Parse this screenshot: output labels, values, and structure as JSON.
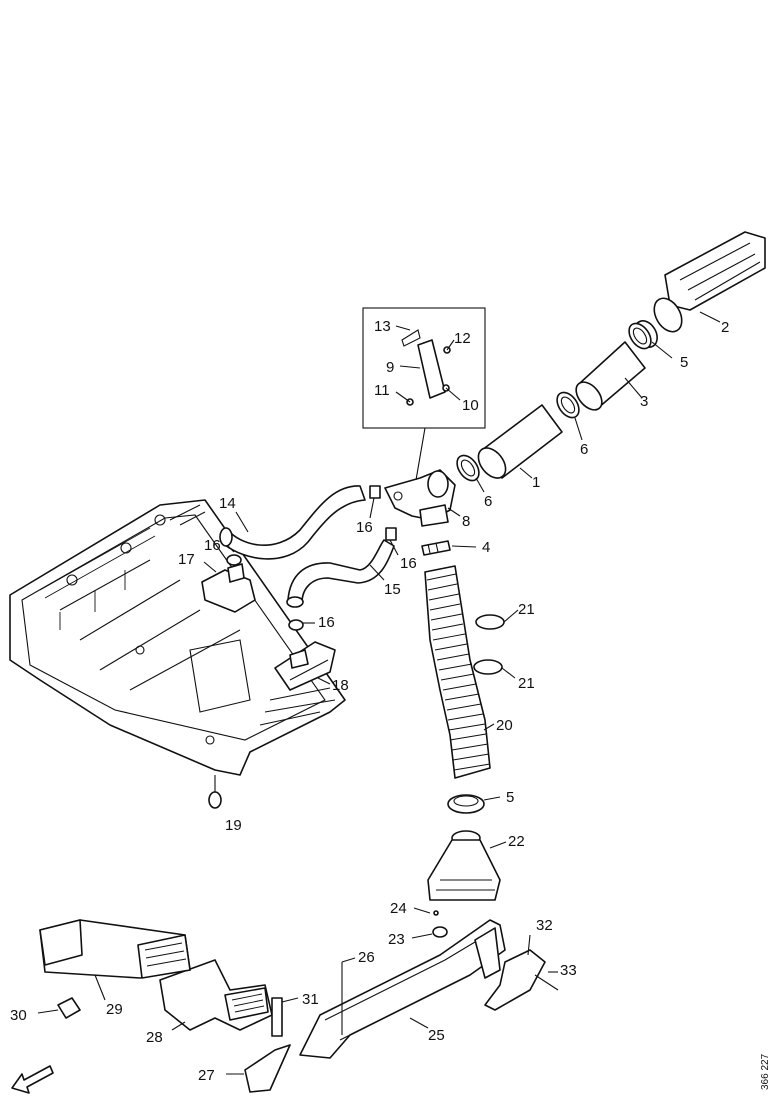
{
  "diagram": {
    "callouts": [
      "1",
      "2",
      "3",
      "4",
      "5",
      "5",
      "6",
      "6",
      "8",
      "9",
      "10",
      "11",
      "12",
      "13",
      "14",
      "15",
      "16",
      "16",
      "16",
      "16",
      "17",
      "18",
      "19",
      "20",
      "21",
      "21",
      "22",
      "23",
      "24",
      "25",
      "26",
      "27",
      "28",
      "29",
      "30",
      "31",
      "32",
      "33"
    ],
    "reference_code": "366 227",
    "colors": {
      "line": "#111111",
      "paper": "#ffffff"
    }
  }
}
